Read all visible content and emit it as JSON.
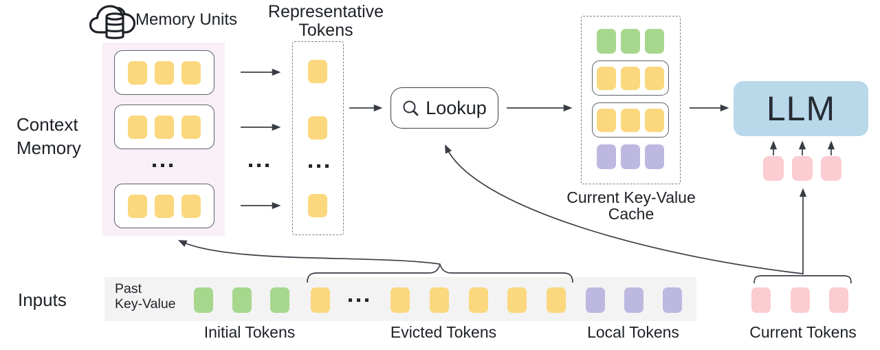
{
  "labels": {
    "context_memory": {
      "line1": "Context",
      "line2": "Memory"
    },
    "memory_units": "Memory Units",
    "representative_tokens": {
      "line1": "Representative",
      "line2": "Tokens"
    },
    "lookup": "Lookup",
    "current_kv_cache": {
      "line1": "Current Key-Value",
      "line2": "Cache"
    },
    "llm": "LLM",
    "inputs": "Inputs",
    "past_key_value": {
      "line1": "Past",
      "line2": "Key-Value"
    },
    "ellipsis": "..."
  },
  "input_groups": [
    {
      "label": "Initial Tokens",
      "token_color": "#a6d78d",
      "count": 3
    },
    {
      "label": "Evicted Tokens",
      "token_color": "#fbd87e",
      "count": 6
    },
    {
      "label": "Local Tokens",
      "token_color": "#bdb8e0",
      "count": 3
    },
    {
      "label": "Current Tokens",
      "token_color": "#fbccd1",
      "count": 3
    }
  ],
  "memory": {
    "unit_rows": 3,
    "tokens_per_unit": 3,
    "representative_tokens_shown": 3
  },
  "cache_rows": [
    "initial",
    "memory-unit",
    "memory-unit",
    "local"
  ],
  "icons": {
    "memory_units": "cloud-database-icon",
    "lookup": "search-icon"
  },
  "colors": {
    "memory_token": "#fbd87e",
    "initial_token": "#a6d78d",
    "local_token": "#bdb8e0",
    "current_token": "#fbccd1",
    "llm_box": "#b9d8ea",
    "memory_panel_bg": "#f9eff7",
    "inputs_strip_bg": "#f3f3f4",
    "line": "#383d45"
  }
}
